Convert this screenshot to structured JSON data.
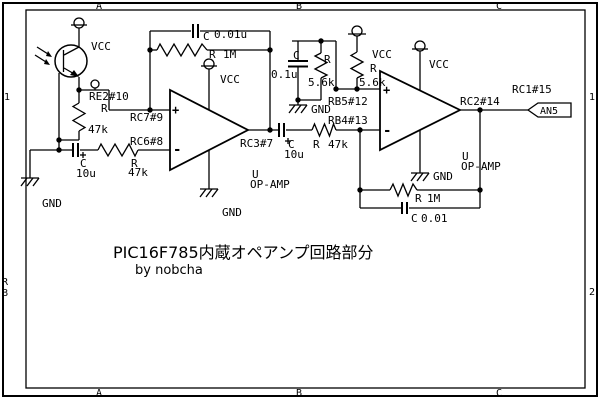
{
  "title": {
    "main": "PIC16F785内蔵オペアンプ回路部分",
    "byline": "by nobcha"
  },
  "border": {
    "cols": [
      "A",
      "B",
      "C"
    ],
    "left_rows": [
      "1",
      "R",
      "B"
    ],
    "right_rows": [
      "1",
      "2"
    ]
  },
  "net": {
    "vcc": "VCC",
    "gnd": "GND"
  },
  "pins": {
    "re2": "RE2#10",
    "rc7": "RC7#9",
    "rc6": "RC6#8",
    "rc3": "RC3#7",
    "rb5": "RB5#12",
    "rb4": "RB4#13",
    "rc2": "RC2#14",
    "rc1": "RC1#15"
  },
  "port": {
    "an5": "AN5"
  },
  "opamp": {
    "ref": "U",
    "name": "OP-AMP",
    "plus": "+",
    "minus": "-"
  },
  "parts": {
    "r_photo": {
      "ref": "R",
      "val": "47k"
    },
    "c_in": {
      "ref": "C",
      "val": "10u"
    },
    "r_in": {
      "ref": "R",
      "val": "47k"
    },
    "c_fb1": {
      "ref": "C",
      "val": "0.01u"
    },
    "r_fb1": {
      "ref": "R",
      "val": "1M"
    },
    "c_couple": {
      "ref": "C",
      "val": "10u"
    },
    "r_series": {
      "ref": "R",
      "val": "47k"
    },
    "c_bias": {
      "ref": "C",
      "val": "0.1u"
    },
    "r_bias_lo": {
      "ref": "R",
      "val": "5.6k"
    },
    "r_bias_hi": {
      "ref": "R",
      "val": "5.6k"
    },
    "r_fb2": {
      "ref": "R",
      "val": "1M"
    },
    "c_fb2": {
      "ref": "C",
      "val": "0.01"
    }
  }
}
